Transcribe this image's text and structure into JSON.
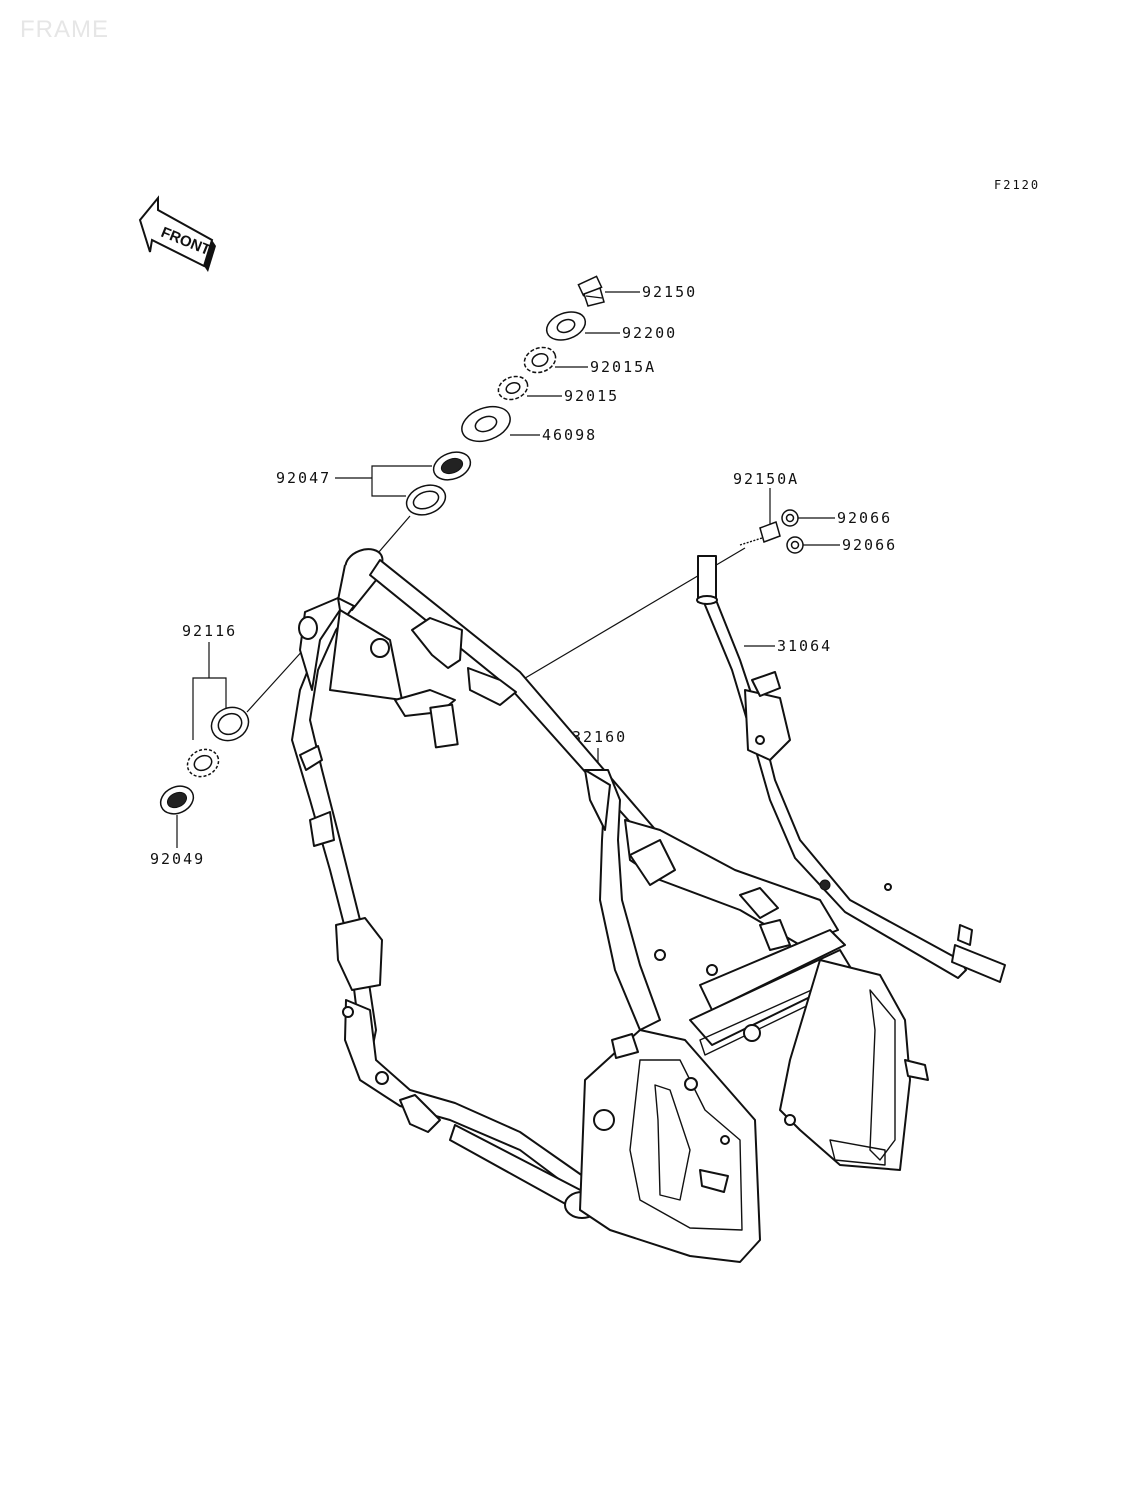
{
  "header": {
    "watermark": "FRAME",
    "figure_code": "F2120",
    "front_label": "FRONT"
  },
  "parts": {
    "p92150": "92150",
    "p92200": "92200",
    "p92015A": "92015A",
    "p92015": "92015",
    "p46098": "46098",
    "p92047": "92047",
    "p92150A": "92150A",
    "p92066_top": "92066",
    "p92066_bottom": "92066",
    "p31064": "31064",
    "p92116": "92116",
    "p32160": "32160",
    "p92049": "92049"
  }
}
